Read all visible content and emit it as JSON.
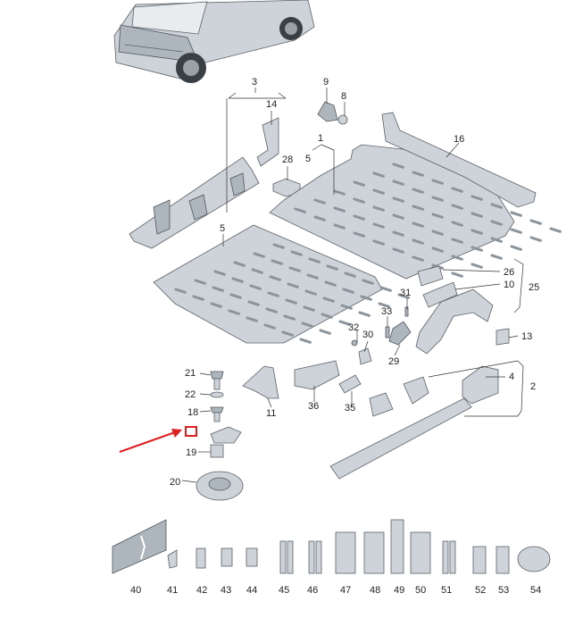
{
  "labels": {
    "p1": "1",
    "p2": "2",
    "p3": "3",
    "p4": "4",
    "p5a": "5",
    "p5b": "5",
    "p8": "8",
    "p9": "9",
    "p10": "10",
    "p11": "11",
    "p13": "13",
    "p14": "14",
    "p16": "16",
    "p18": "18",
    "p19": "19",
    "p20": "20",
    "p21": "21",
    "p22": "22",
    "p25": "25",
    "p26": "26",
    "p28": "28",
    "p29": "29",
    "p30": "30",
    "p31": "31",
    "p32": "32",
    "p33": "33",
    "p35": "35",
    "p36": "36",
    "p40": "40",
    "p41": "41",
    "p42": "42",
    "p43": "43",
    "p44": "44",
    "p45": "45",
    "p46": "46",
    "p47": "47",
    "p48": "48",
    "p49": "49",
    "p50": "50",
    "p51": "51",
    "p52": "52",
    "p53": "53",
    "p54": "54"
  },
  "colors": {
    "highlight": "#e02020",
    "part_fill": "#cdd3d8",
    "part_dark": "#aeb6bd"
  }
}
